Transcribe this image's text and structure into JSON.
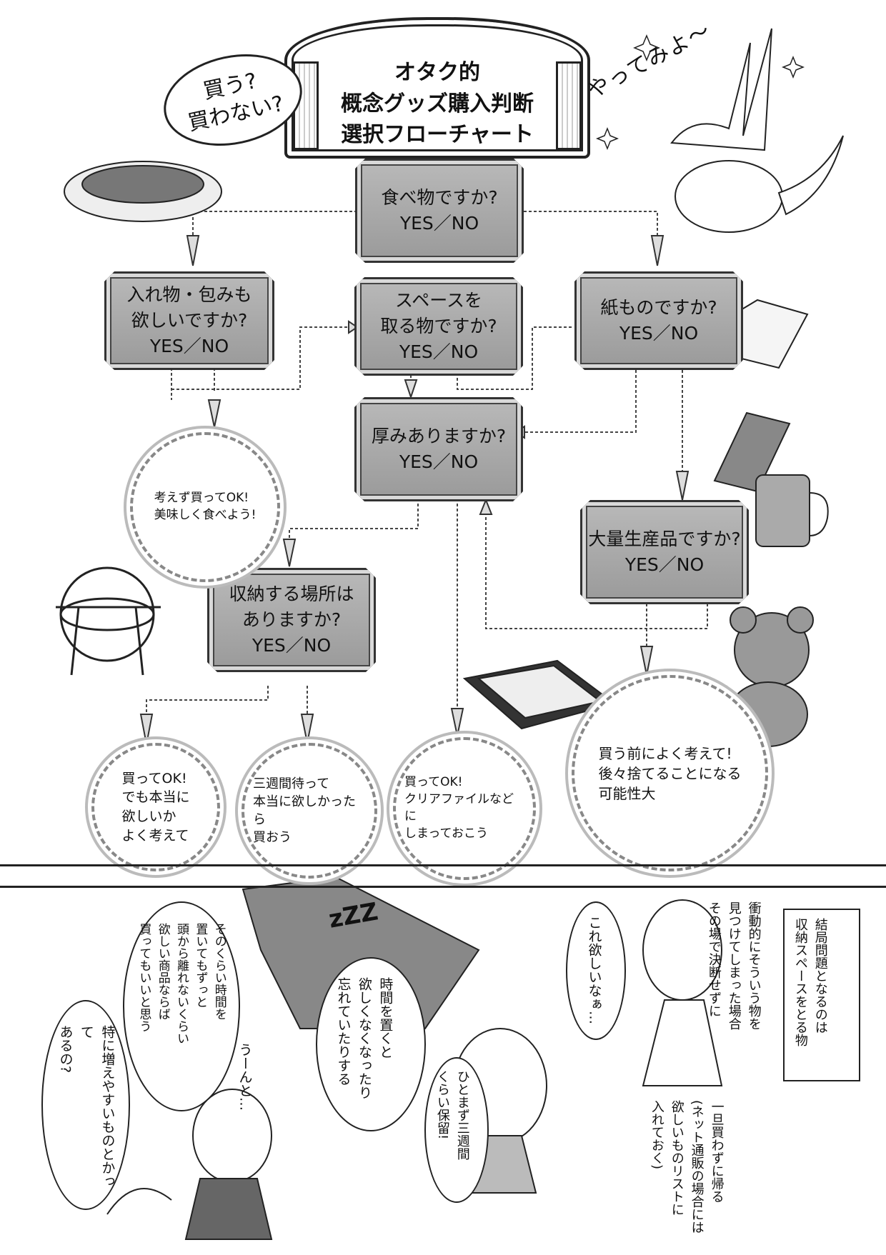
{
  "title": {
    "text": "オタク的\n概念グッズ購入判断\n選択フローチャート",
    "cloud": "買う?\n買わない?",
    "shout": "やってみよ〜"
  },
  "questions": {
    "food": {
      "question": "食べ物ですか?",
      "answer": "YES／NO"
    },
    "wrapping": {
      "question": "入れ物・包みも\n欲しいですか?",
      "answer": "YES／NO"
    },
    "space": {
      "question": "スペースを\n取る物ですか?",
      "answer": "YES／NO"
    },
    "paper": {
      "question": "紙ものですか?",
      "answer": "YES／NO"
    },
    "thick": {
      "question": "厚みありますか?",
      "answer": "YES／NO"
    },
    "mass": {
      "question": "大量生産品ですか?",
      "answer": "YES／NO"
    },
    "storage": {
      "question": "収納する場所は\nありますか?",
      "answer": "YES／NO"
    }
  },
  "results": {
    "eat": "考えず買ってOK!\n美味しく食べよう!",
    "buy_think": "買ってOK!\nでも本当に\n欲しいか\nよく考えて",
    "wait": "三週間待って\n本当に欲しかったら\n買おう",
    "clearfile": "買ってOK!\nクリアファイルなどに\nしまっておこう",
    "think_before": "買う前によく考えて!\n後々捨てることになる\n可能性大"
  },
  "comic": {
    "note": "結局問題となるのは\n収納スペースをとる物",
    "narration": "衝動的にそういう物を\n見つけてしまった場合\nその場で決断せずに",
    "want": "これ欲しいなぁ…",
    "hold": "ひとまず三週間\nくらい保留!",
    "list": "一旦買わずに帰る\n(ネット通販の場合には\n欲しいものリストに\n入れておく)",
    "forget": "時間を置くと\n欲しくなくなったり\n忘れていたりする",
    "still_want": "そのくらい時間を\n置いてもずっと\n頭から離れないくらい\n欲しい商品ならば\n買ってもいいと思う",
    "hmm": "うーんと…",
    "question": "特に増えやすいものとかって\nあるの?",
    "zzz": "zZZ"
  }
}
